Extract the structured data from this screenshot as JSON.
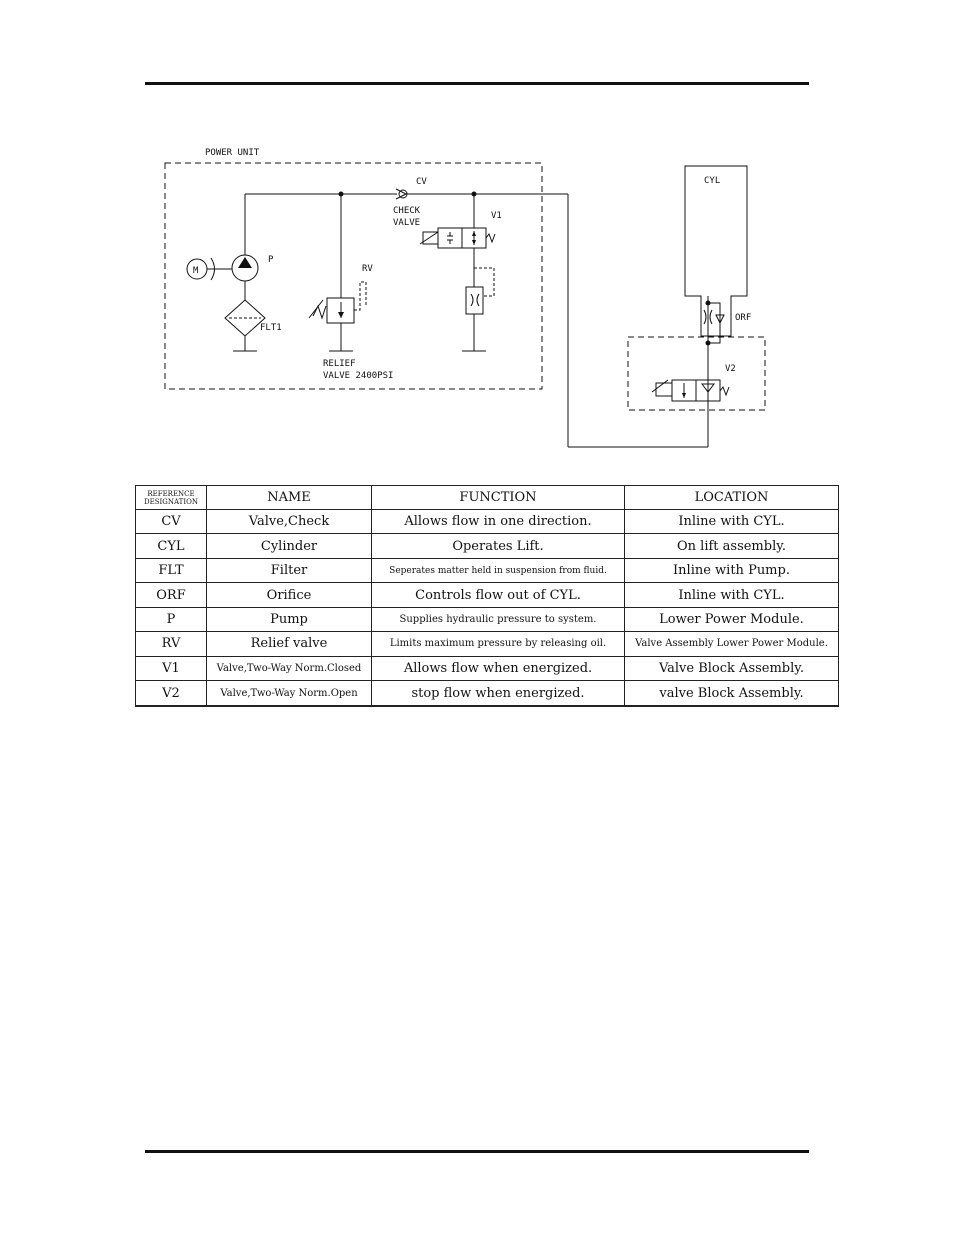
{
  "diagram": {
    "power_unit_label": "POWER UNIT",
    "cv_label": "CV",
    "check_valve_label_1": "CHECK",
    "check_valve_label_2": "VALVE",
    "v1_label": "V1",
    "p_label": "P",
    "m_label": "M",
    "flt1_label": "FLT1",
    "rv_label": "RV",
    "relief_label_1": "RELIEF",
    "relief_label_2": "VALVE 2400PSI",
    "cyl_label": "CYL",
    "orf_label": "ORF",
    "v2_label": "V2"
  },
  "table": {
    "headers": {
      "ref_line1": "REFERENCE",
      "ref_line2": "DESIGNATION",
      "name": "NAME",
      "function": "FUNCTION",
      "location": "LOCATION"
    },
    "rows": [
      {
        "ref": "CV",
        "name": "Valve,Check",
        "function": "Allows flow in one direction.",
        "location": "Inline with CYL."
      },
      {
        "ref": "CYL",
        "name": "Cylinder",
        "function": "Operates Lift.",
        "location": "On lift assembly."
      },
      {
        "ref": "FLT",
        "name": "Filter",
        "function": "Seperates matter held in suspension from fluid.",
        "location": "Inline with Pump."
      },
      {
        "ref": "ORF",
        "name": "Orifice",
        "function": "Controls flow out of CYL.",
        "location": "Inline with CYL."
      },
      {
        "ref": "P",
        "name": "Pump",
        "function": "Supplies hydraulic pressure to system.",
        "location": "Lower Power Module."
      },
      {
        "ref": "RV",
        "name": "Relief valve",
        "function": "Limits maximum pressure by releasing oil.",
        "location": "Valve Assembly Lower Power Module."
      },
      {
        "ref": "V1",
        "name": "Valve,Two-Way Norm.Closed",
        "function": "Allows flow when energized.",
        "location": "Valve Block Assembly."
      },
      {
        "ref": "V2",
        "name": "Valve,Two-Way Norm.Open",
        "function": "stop flow when energized.",
        "location": "valve Block Assembly."
      }
    ]
  }
}
